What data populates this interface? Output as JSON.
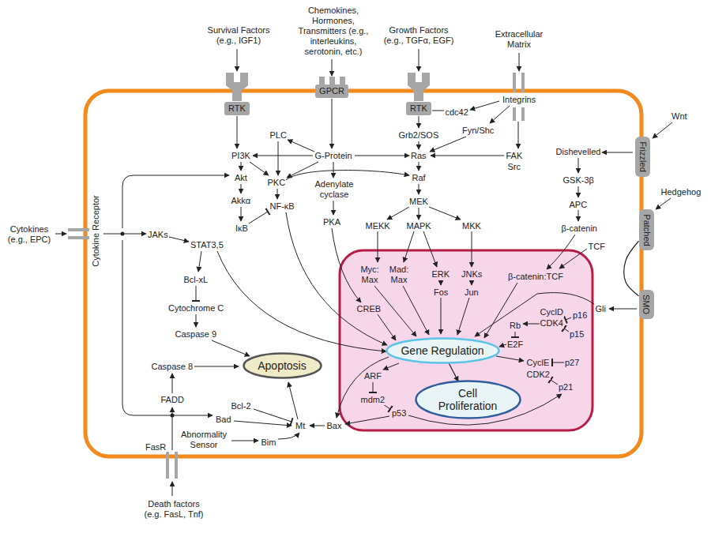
{
  "diagram": {
    "nodes": [
      {
        "text": [
          "RTK"
        ]
      },
      {
        "text": [
          "GPCR"
        ]
      },
      {
        "text": [
          "RTK"
        ]
      },
      {
        "text": [
          "Frizzled"
        ]
      },
      {
        "text": [
          "Patched"
        ]
      },
      {
        "text": [
          "SMO"
        ]
      },
      {
        "text": [
          "Gene Regulation"
        ]
      },
      {
        "text": [
          "Cell Proliferation"
        ]
      },
      {
        "text": [
          "Apoptosis"
        ]
      }
    ],
    "edges": [
      {
        "from": 6,
        "to": 7,
        "arrow": "to"
      },
      {
        "from": 4,
        "to": 5,
        "arrow": "none"
      }
    ],
    "labels": [
      "Survival Factors (e.g., IGF1)",
      "Chemokines, Hormones, Transmitters (e.g., interleukins, serotonin, etc.)",
      "Growth Factors (e.g., TGFα, EGF)",
      "Extracellular Matrix",
      "Integrins",
      "cdc42",
      "Wnt",
      "PLC",
      "Grb2/SOS",
      "Fyn/Shc",
      "Dishevelled",
      "PI3K",
      "G-Protein",
      "Ras",
      "FAK",
      "Src",
      "Akt",
      "PKC",
      "Adenylate cyclase",
      "Raf",
      "GSK-3β",
      "Hedgehog",
      "Akkα",
      "NF-κB",
      "MEK",
      "APC",
      "IκB",
      "PKA",
      "MEKK",
      "MAPK",
      "MKK",
      "β-catenin",
      "Cytokines (e.g., EPC)",
      "Cytokine Receptor",
      "JAKs",
      "STAT3,5",
      "TCF",
      "Myc: Max",
      "Mad: Max",
      "ERK",
      "JNKs",
      "β-catenin:TCF",
      "Bcl-xL",
      "Fos",
      "Jun",
      "Cytochrome C",
      "CREB",
      "CyclD",
      "Gli",
      "p16",
      "Rb",
      "CDK4",
      "p15",
      "Caspase 9",
      "E2F",
      "CyclE",
      "p27",
      "Caspase 8",
      "CDK2",
      "ARF",
      "p21",
      "mdm2",
      "FADD",
      "Bcl-2",
      "p53",
      "Bad",
      "Mt",
      "Bax",
      "Abnormality Sensor",
      "Bim",
      "FasR",
      "Death factors (e.g. FasL, Tnf)"
    ]
  }
}
